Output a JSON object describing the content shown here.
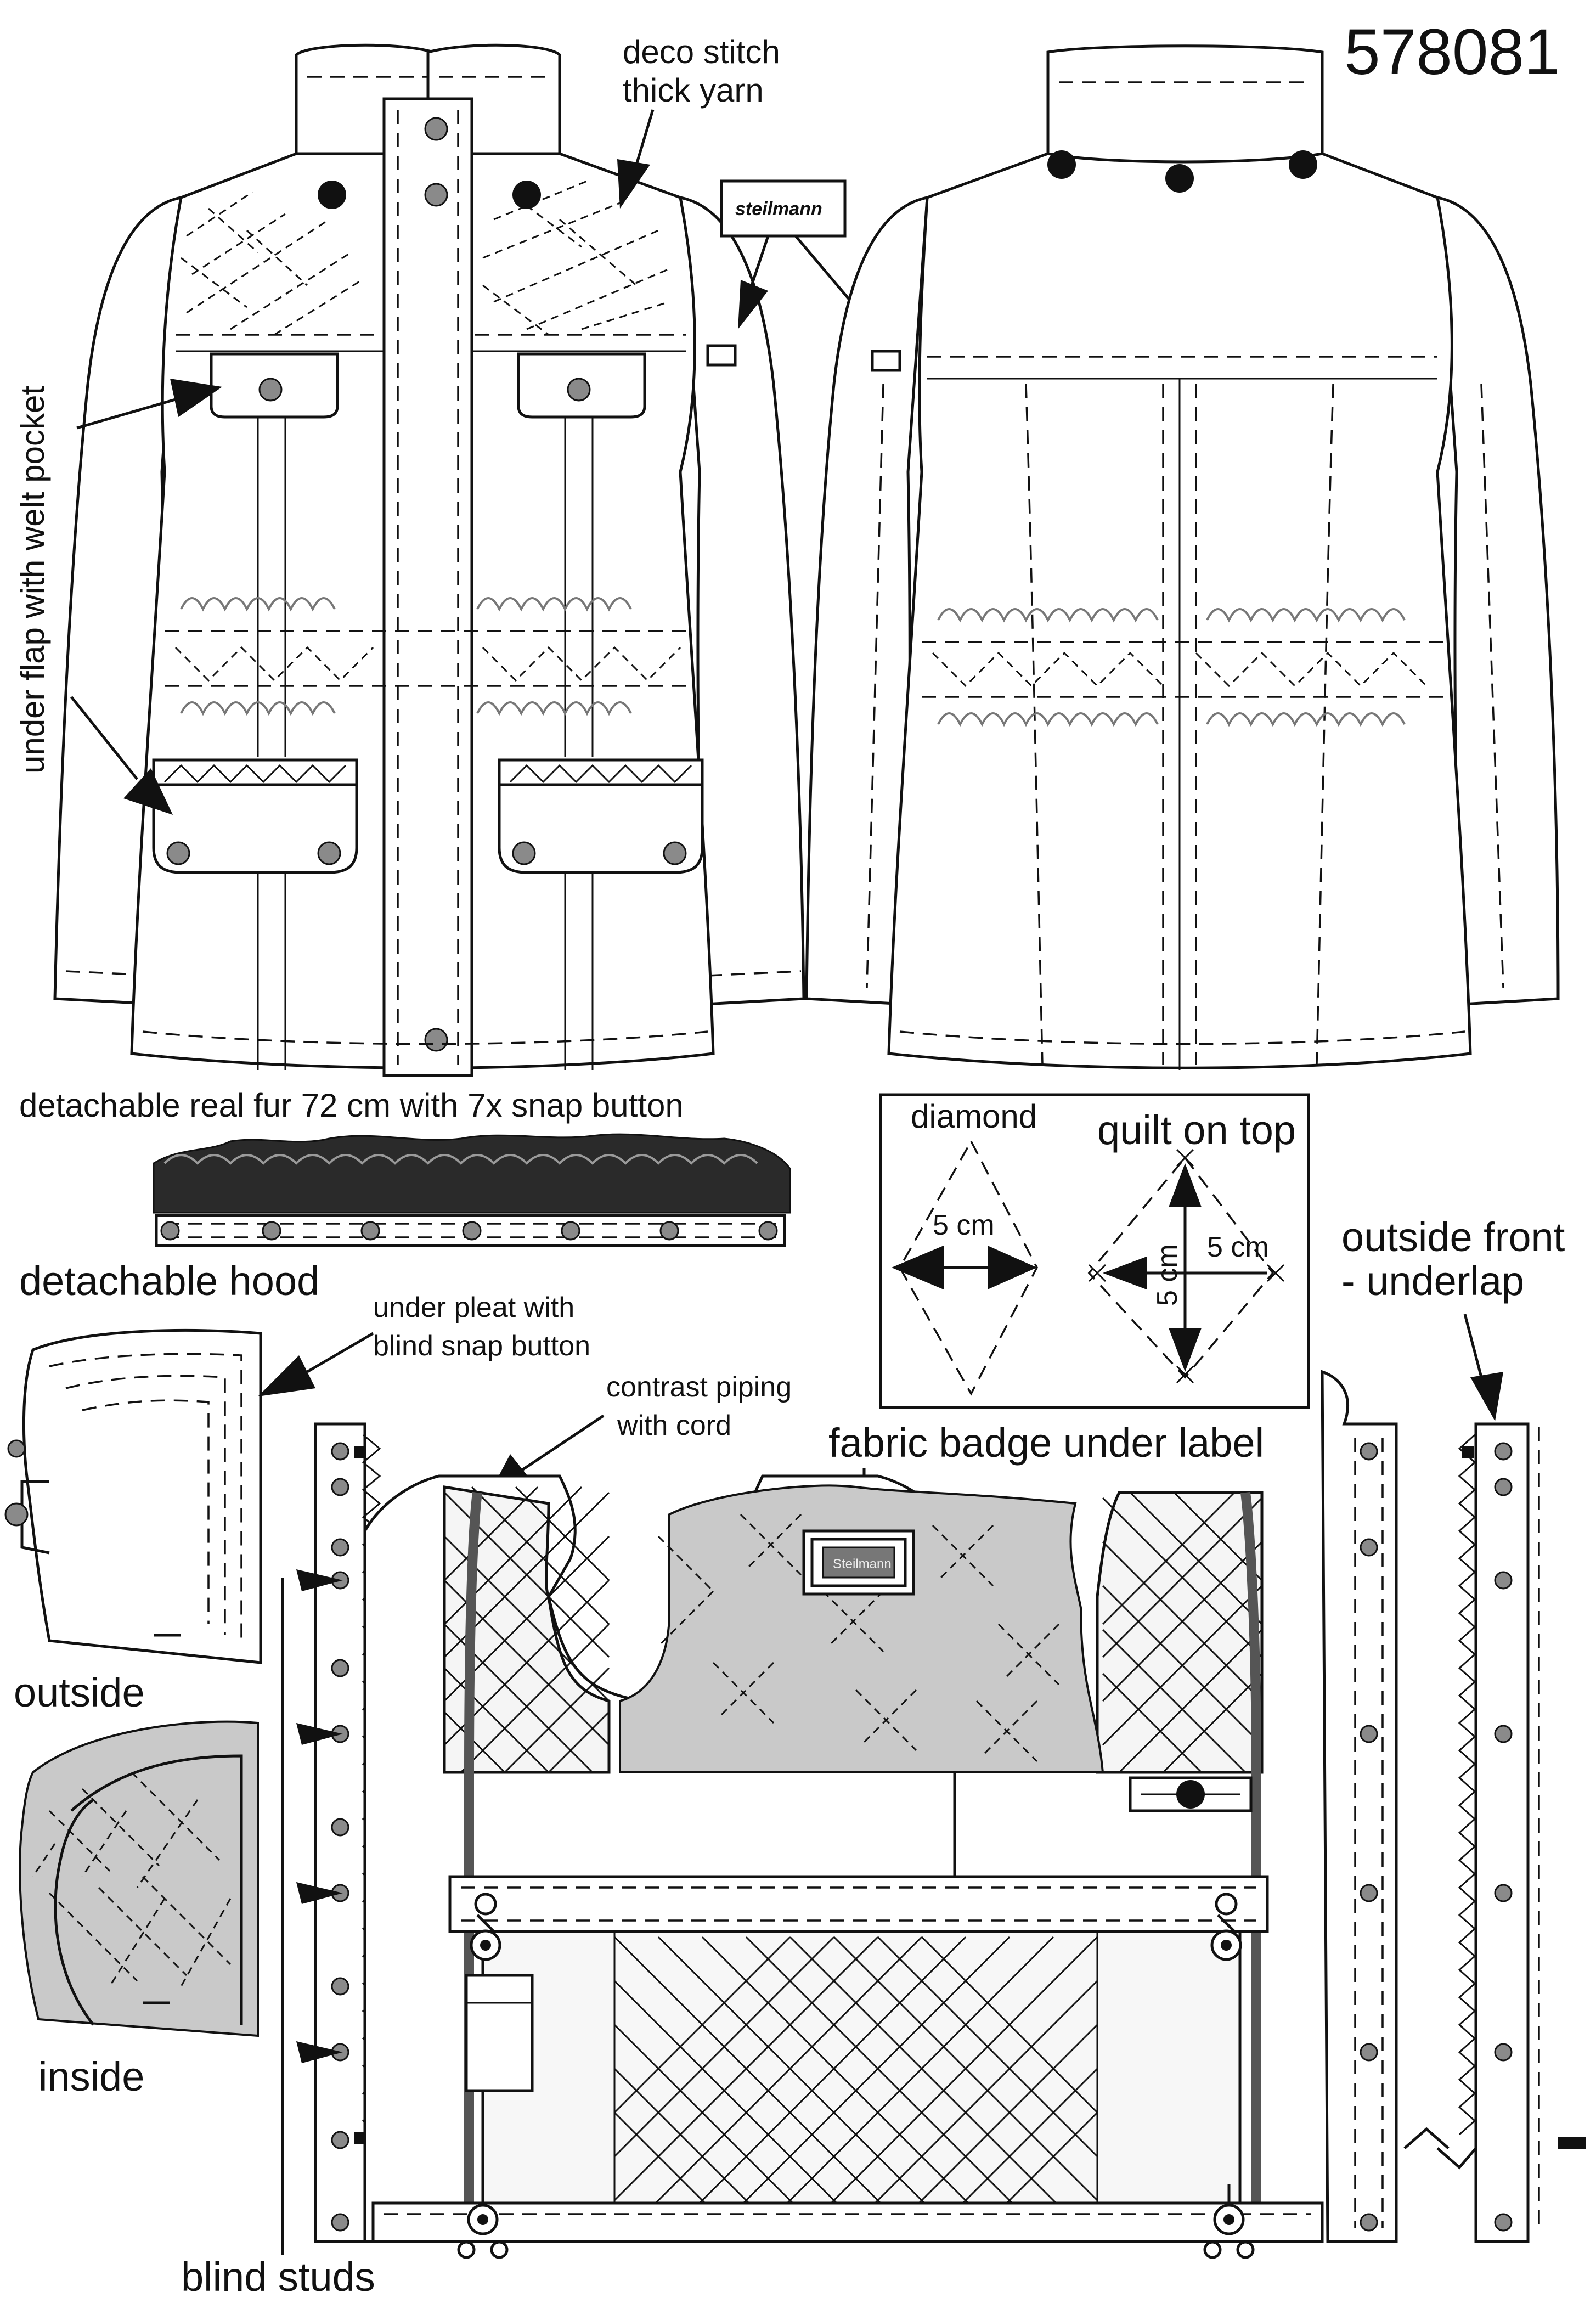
{
  "style_number": "578081",
  "labels": {
    "deco_stitch": [
      "deco stitch",
      "thick yarn"
    ],
    "label_text": "steilmann",
    "under_flap": "under flap with welt pocket",
    "detachable_fur": "detachable real fur 72 cm with 7x snap button",
    "detachable_hood": "detachable hood",
    "under_pleat": [
      "under pleat with",
      "blind snap button"
    ],
    "contrast_piping": [
      "contrast piping",
      "with cord"
    ],
    "fabric_badge": "fabric badge under label",
    "badge_text": "Steilmann",
    "outside_front": [
      "outside front",
      "- underlap"
    ],
    "outside": "outside",
    "inside": "inside",
    "blind_studs": "blind studs"
  },
  "quilt_detail": {
    "diamond": "diamond",
    "quilt_on_top": "quilt on top",
    "width_a": "5 cm",
    "width_b": "5 cm",
    "height": "5 cm"
  },
  "colors": {
    "lining_grey": "#c9c9c9",
    "stud_grey": "#8a8a8a",
    "piping": "#555555",
    "line": "#111111"
  }
}
